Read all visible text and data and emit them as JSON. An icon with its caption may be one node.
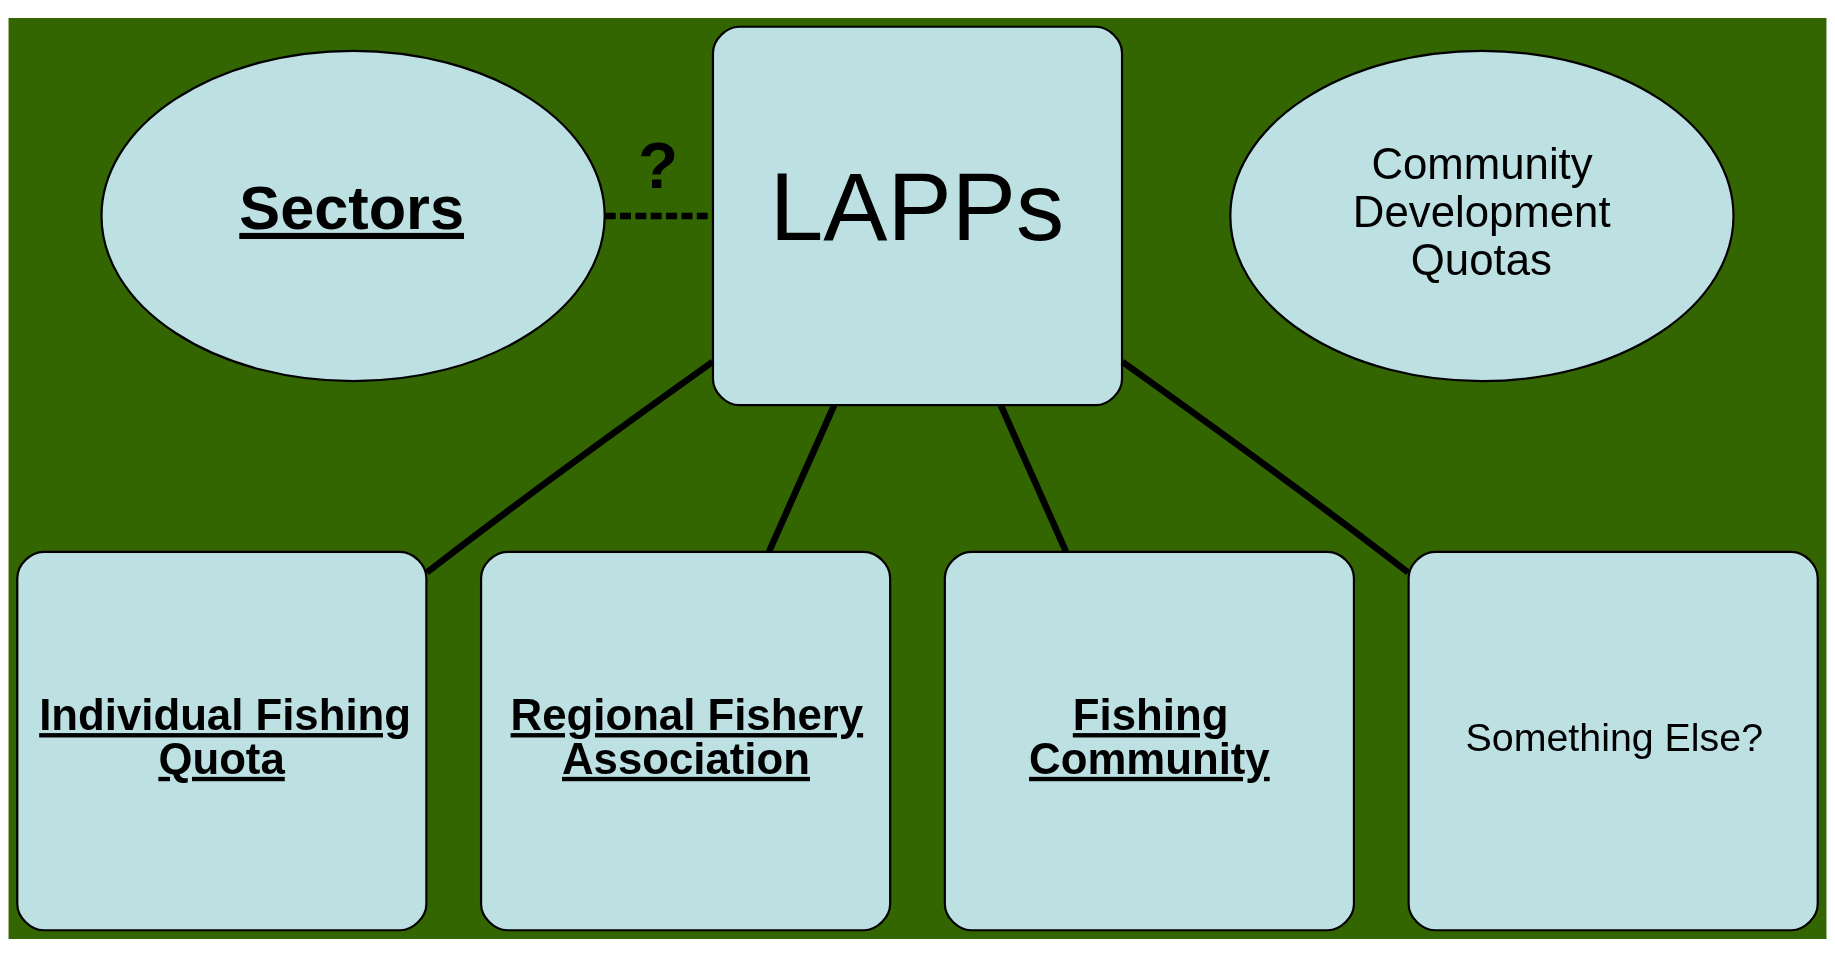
{
  "diagram": {
    "nodes": [
      {
        "text": [
          "LAPPs"
        ]
      },
      {
        "text": [
          "Sectors"
        ]
      },
      {
        "text": [
          "Community Development Quotas"
        ]
      },
      {
        "text": [
          "Individual Fishing Quota"
        ]
      },
      {
        "text": [
          "Regional Fishery Association"
        ]
      },
      {
        "text": [
          "Fishing Community"
        ]
      },
      {
        "text": [
          "Something Else?"
        ]
      }
    ],
    "edges": [
      {
        "from": 0,
        "to": 3,
        "arrow": "none"
      },
      {
        "from": 0,
        "to": 4,
        "arrow": "none"
      },
      {
        "from": 0,
        "to": 5,
        "arrow": "none"
      },
      {
        "from": 0,
        "to": 6,
        "arrow": "none"
      },
      {
        "from": 1,
        "to": 0,
        "arrow": "none",
        "style": "dashed",
        "label": "?"
      }
    ]
  }
}
